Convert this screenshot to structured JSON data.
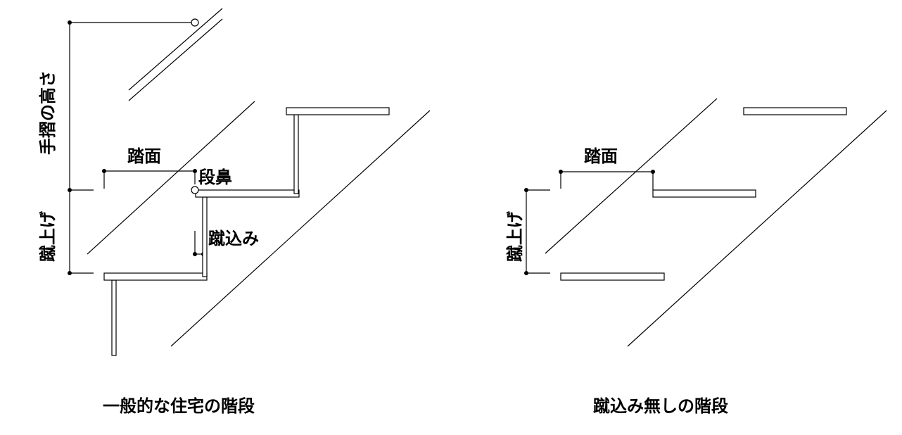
{
  "left_diagram": {
    "labels": {
      "handrail_height": "手摺の高さ",
      "tread": "踏面",
      "nosing": "段鼻",
      "rise": "蹴上げ",
      "riser": "蹴込み"
    },
    "caption": "一般的な住宅の階段"
  },
  "right_diagram": {
    "labels": {
      "tread": "踏面",
      "rise": "蹴上げ"
    },
    "caption": "蹴込み無しの階段"
  }
}
